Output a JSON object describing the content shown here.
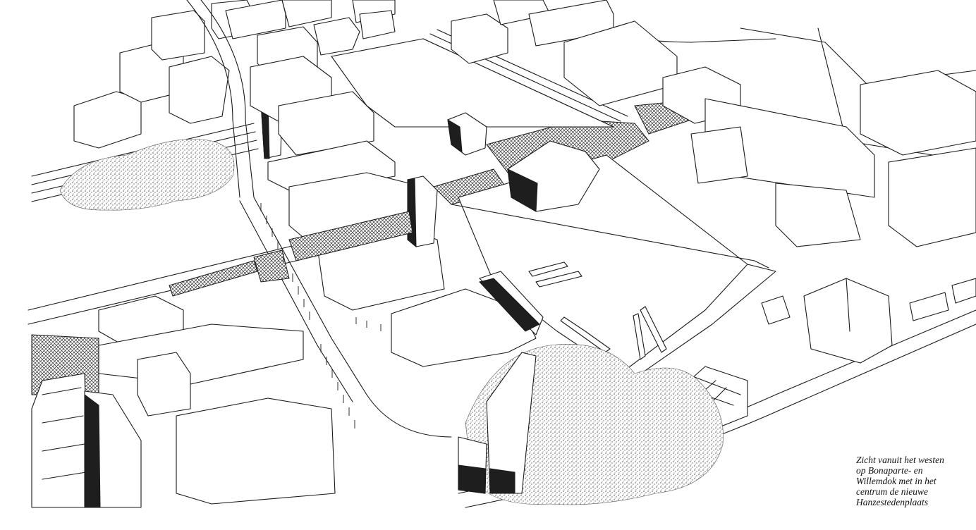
{
  "caption": {
    "lines": [
      "Zicht vanuit het westen",
      "op Bonaparte- en",
      "Willemdok met in het",
      "centrum de nieuwe",
      "Hanzestedenplaats"
    ]
  }
}
